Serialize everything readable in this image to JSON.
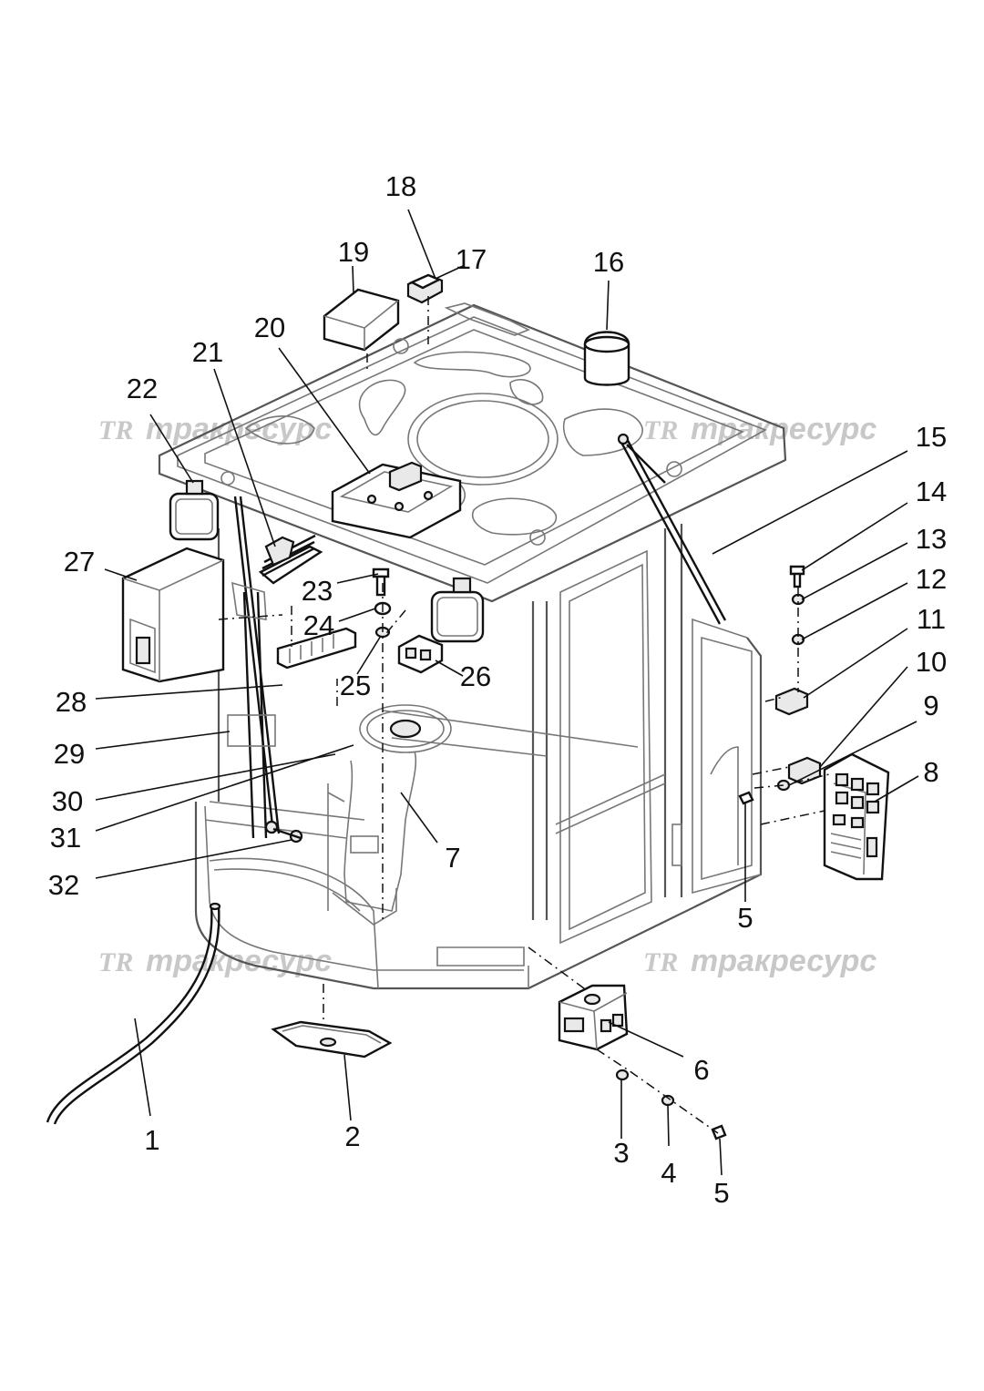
{
  "watermark": {
    "logo": "TR",
    "text": "тракресурс"
  },
  "callouts": [
    {
      "id": "c1",
      "label": "1"
    },
    {
      "id": "c2",
      "label": "2"
    },
    {
      "id": "c3",
      "label": "3"
    },
    {
      "id": "c4",
      "label": "4"
    },
    {
      "id": "c5a",
      "label": "5"
    },
    {
      "id": "c5b",
      "label": "5"
    },
    {
      "id": "c6",
      "label": "6"
    },
    {
      "id": "c7",
      "label": "7"
    },
    {
      "id": "c8",
      "label": "8"
    },
    {
      "id": "c9",
      "label": "9"
    },
    {
      "id": "c10",
      "label": "10"
    },
    {
      "id": "c11",
      "label": "11"
    },
    {
      "id": "c12",
      "label": "12"
    },
    {
      "id": "c13",
      "label": "13"
    },
    {
      "id": "c14",
      "label": "14"
    },
    {
      "id": "c15",
      "label": "15"
    },
    {
      "id": "c16",
      "label": "16"
    },
    {
      "id": "c17",
      "label": "17"
    },
    {
      "id": "c18",
      "label": "18"
    },
    {
      "id": "c19",
      "label": "19"
    },
    {
      "id": "c20",
      "label": "20"
    },
    {
      "id": "c21",
      "label": "21"
    },
    {
      "id": "c22",
      "label": "22"
    },
    {
      "id": "c23",
      "label": "23"
    },
    {
      "id": "c24",
      "label": "24"
    },
    {
      "id": "c25",
      "label": "25"
    },
    {
      "id": "c26",
      "label": "26"
    },
    {
      "id": "c27",
      "label": "27"
    },
    {
      "id": "c28",
      "label": "28"
    },
    {
      "id": "c29",
      "label": "29"
    },
    {
      "id": "c30",
      "label": "30"
    },
    {
      "id": "c31",
      "label": "31"
    },
    {
      "id": "c32",
      "label": "32"
    }
  ]
}
